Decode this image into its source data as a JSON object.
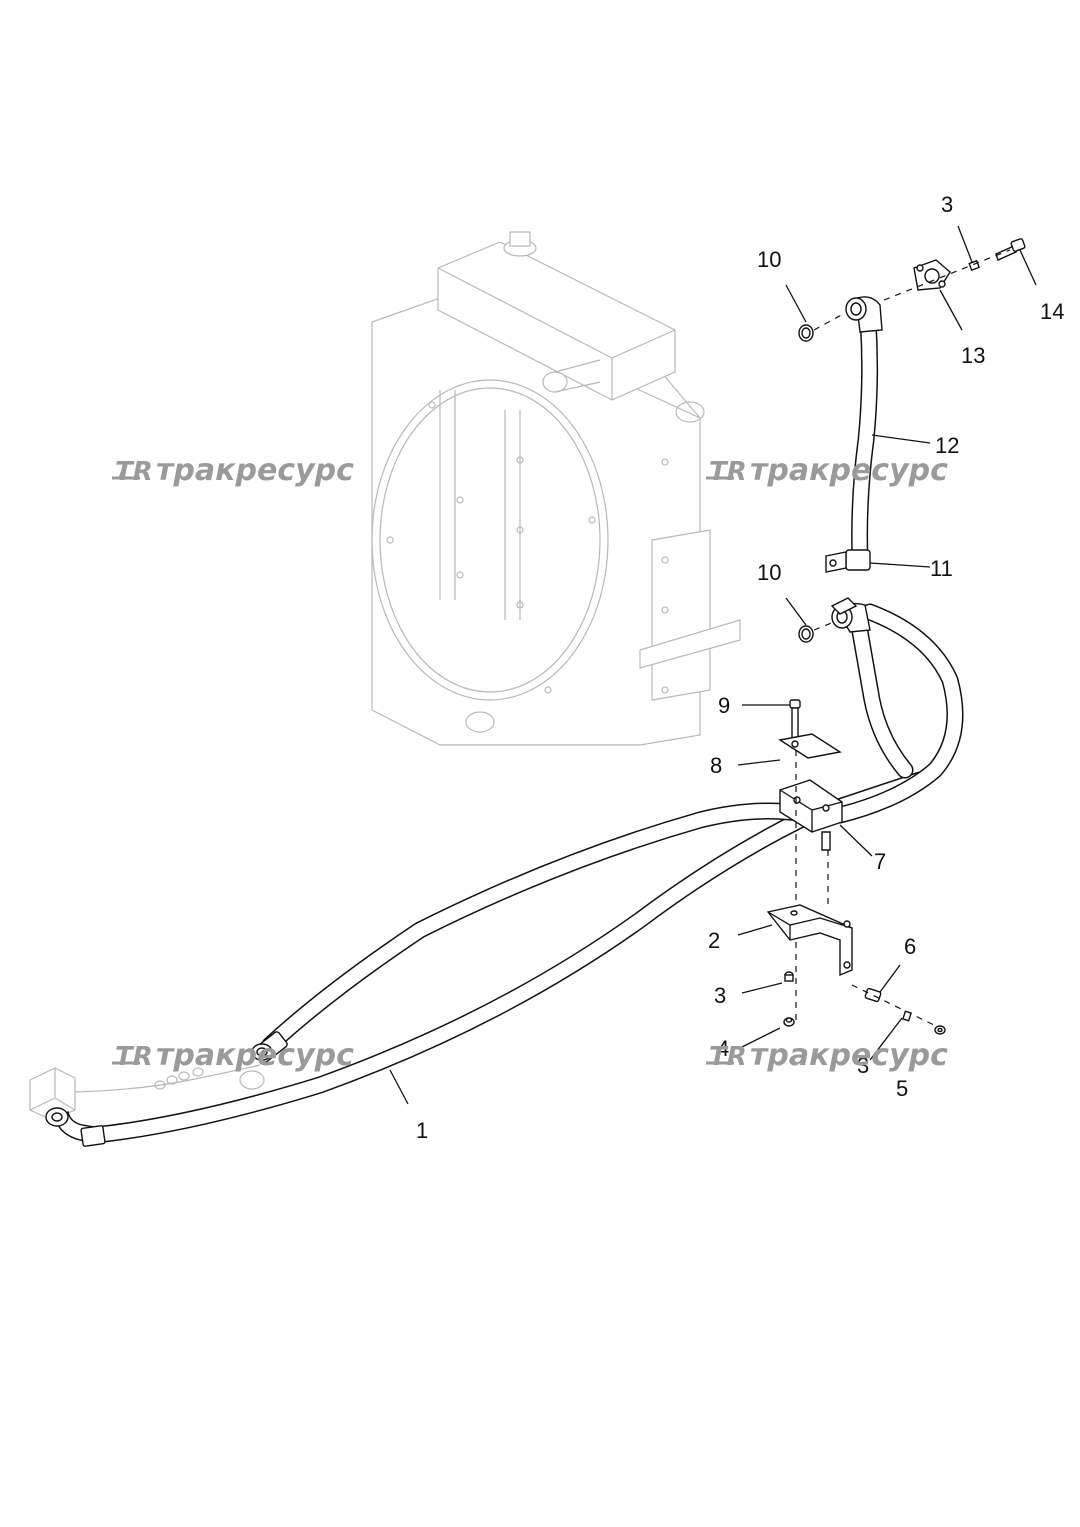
{
  "callouts": {
    "c1": "1",
    "c2": "2",
    "c3a": "3",
    "c3b": "3",
    "c3c": "3",
    "c4": "4",
    "c5": "5",
    "c6": "6",
    "c7": "7",
    "c8": "8",
    "c9": "9",
    "c10a": "10",
    "c10b": "10",
    "c11": "11",
    "c12": "12",
    "c13": "13",
    "c14": "14"
  },
  "watermark": {
    "logo": "TR",
    "text": "тракресурс"
  }
}
